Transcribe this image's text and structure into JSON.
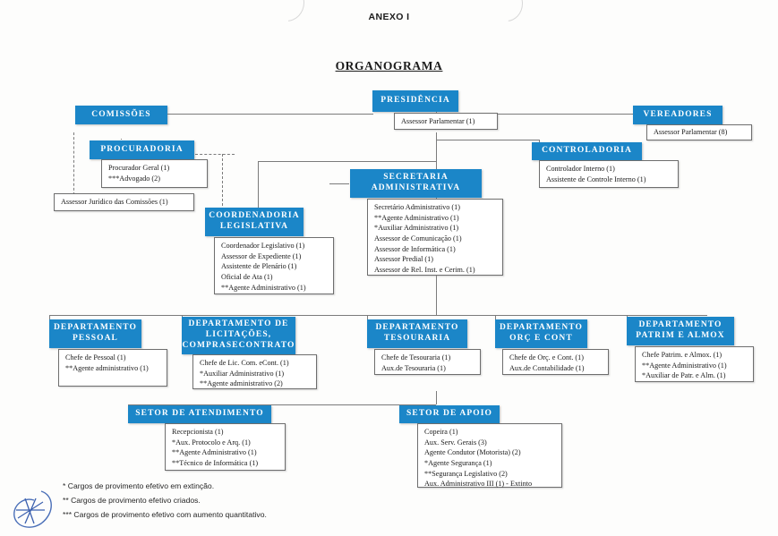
{
  "document": {
    "anexo_title": "ANEXO I",
    "chart_title": "ORGANOGRAMA"
  },
  "nodes": {
    "presidencia": {
      "label": "PRESIDÊNCIA",
      "roles": [
        "Assessor Parlamentar (1)"
      ]
    },
    "comissoes": {
      "label": "COMISSÕES",
      "roles": [
        "Assessor Jurídico das Comissões (1)"
      ]
    },
    "vereadores": {
      "label": "VEREADORES",
      "roles": [
        "Assessor Parlamentar (8)"
      ]
    },
    "procuradoria": {
      "label": "PROCURADORIA",
      "roles": [
        "Procurador Geral (1)",
        "***Advogado (2)"
      ]
    },
    "controladoria": {
      "label": "CONTROLADORIA",
      "roles": [
        "Controlador Interno (1)",
        "Assistente de Controle Interno (1)"
      ]
    },
    "secretaria_administrativa": {
      "label": "SECRETARIA\nADMINISTRATIVA",
      "roles": [
        "Secretário Administrativo (1)",
        "**Agente Administrativo (1)",
        "*Auxiliar Administrativo (1)",
        "Assessor de Comunicação (1)",
        "Assessor de Informática (1)",
        "Assessor Predial (1)",
        "Assessor de Rel. Inst. e Cerim. (1)"
      ]
    },
    "coordenadoria_legislativa": {
      "label": "COORDENADORIA\nLEGISLATIVA",
      "roles": [
        "Coordenador Legislativo (1)",
        "Assessor de Expediente (1)",
        "Assistente de Plenário (1)",
        "Oficial de Ata (1)",
        "**Agente Administrativo (1)"
      ]
    },
    "departamento_pessoal": {
      "label": "DEPARTAMENTO\nPESSOAL",
      "roles": [
        "Chefe de Pessoal (1)",
        "**Agente administrativo (1)"
      ]
    },
    "departamento_licitacoes": {
      "label": "DEPARTAMENTO DE\nLICITAÇÕES,\nCOMPRASECONTRATO",
      "roles": [
        "Chefe de Lic. Com. eCont. (1)",
        "*Auxiliar Administrativo (1)",
        "**Agente administrativo (2)"
      ]
    },
    "departamento_tesouraria": {
      "label": "DEPARTAMENTO\nTESOURARIA",
      "roles": [
        "Chefe de Tesouraria (1)",
        "Aux.de Tesouraria (1)"
      ]
    },
    "departamento_orc_cont": {
      "label": "DEPARTAMENTO\nORÇ E CONT",
      "roles": [
        "Chefe de Orç. e Cont. (1)",
        "Aux.de Contabilidade (1)"
      ]
    },
    "departamento_patrim_almox": {
      "label": "DEPARTAMENTO\nPATRIM E ALMOX",
      "roles": [
        "Chefe Patrim. e Almox. (1)",
        "**Agente Administrativo (1)",
        "*Auxiliar de Patr. e Alm. (1)"
      ]
    },
    "setor_atendimento": {
      "label": "SETOR DE ATENDIMENTO",
      "roles": [
        "Recepcionista (1)",
        "*Aux. Protocolo e Arq. (1)",
        "**Agente Administrativo (1)",
        "**Técnico de Informática (1)"
      ]
    },
    "setor_apoio": {
      "label": "SETOR DE APOIO",
      "roles": [
        "Copeira (1)",
        "Aux. Serv. Gerais (3)",
        "Agente Condutor (Motorista) (2)",
        "*Agente Segurança (1)",
        "**Segurança Legislativo (2)",
        "Aux. Administrativo III (1) - Extinto"
      ]
    }
  },
  "legend": [
    "* Cargos de provimento efetivo em extinção.",
    "** Cargos de provimento efetivo criados.",
    "*** Cargos de provimento efetivo com aumento quantitativo."
  ],
  "colors": {
    "box_blue": "#1b86c8",
    "box_text": "#ffffff",
    "line_gray": "#7b7b7b",
    "signature_blue": "#3a5fae"
  }
}
